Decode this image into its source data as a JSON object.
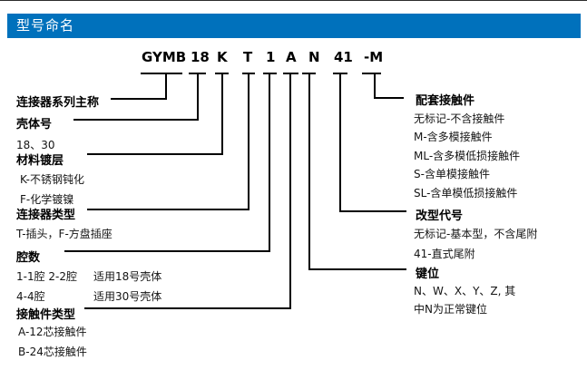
{
  "title_bar": {
    "text": "型号命名"
  },
  "part_number": {
    "segments": [
      "GYMB",
      "18",
      "K",
      "T",
      "1",
      "A",
      "N",
      "41",
      "-M"
    ]
  },
  "left": {
    "series_heading": "连接器系列主称",
    "shell_heading": "壳体号",
    "shell_values": "18、30",
    "plating_heading": "材料镀层",
    "plating_items": [
      "K-不锈钢钝化",
      "F-化学镀镍"
    ],
    "type_heading": "连接器类型",
    "type_values": "T-插头，F-方盘插座",
    "cavity_heading": "腔数",
    "cavity_rows": [
      {
        "codes": "1-1腔  2-2腔",
        "note": "适用18号壳体"
      },
      {
        "codes": "4-4腔",
        "note": "适用30号壳体"
      }
    ],
    "contact_heading": "接触件类型",
    "contact_items": [
      "A-12芯接触件",
      "B-24芯接触件"
    ]
  },
  "right": {
    "mating_heading": "配套接触件",
    "mating_items": [
      "无标记-不含接触件",
      "M-含多模接触件",
      "ML-含多模低损接触件",
      "S-含单模接触件",
      "SL-含单模低损接触件"
    ],
    "mod_heading": "改型代号",
    "mod_items": [
      "无标记-基本型，不含尾附",
      "41-直式尾附"
    ],
    "key_heading": "键位",
    "key_lines": [
      "N、W、X、Y、Z, 其",
      "中N为正常键位"
    ]
  },
  "colors": {
    "header_blue": "#0071BC",
    "line": "#000000",
    "text": "#000000"
  }
}
